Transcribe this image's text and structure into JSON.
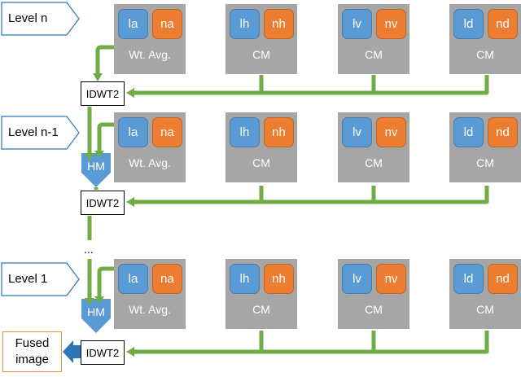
{
  "colors": {
    "panel_gray": "#a6a6a6",
    "approx_blue": "#5b9bd5",
    "detail_orange": "#ed7d31",
    "arrow_green": "#70ad47",
    "fused_border": "#f08a3c"
  },
  "levels": [
    {
      "label": "Level n",
      "panels": [
        {
          "left": "la",
          "right": "na",
          "caption": "Wt. Avg."
        },
        {
          "left": "lh",
          "right": "nh",
          "caption": "CM"
        },
        {
          "left": "lv",
          "right": "nv",
          "caption": "CM"
        },
        {
          "left": "ld",
          "right": "nd",
          "caption": "CM"
        }
      ],
      "idwt": "IDWT2"
    },
    {
      "label": "Level n-1",
      "panels": [
        {
          "left": "la",
          "right": "na",
          "caption": "Wt. Avg."
        },
        {
          "left": "lh",
          "right": "nh",
          "caption": "CM"
        },
        {
          "left": "lv",
          "right": "nv",
          "caption": "CM"
        },
        {
          "left": "ld",
          "right": "nd",
          "caption": "CM"
        }
      ],
      "hm": "HM",
      "idwt": "IDWT2"
    },
    {
      "label": "Level 1",
      "panels": [
        {
          "left": "la",
          "right": "na",
          "caption": "Wt. Avg."
        },
        {
          "left": "lh",
          "right": "nh",
          "caption": "CM"
        },
        {
          "left": "lv",
          "right": "nv",
          "caption": "CM"
        },
        {
          "left": "ld",
          "right": "nd",
          "caption": "CM"
        }
      ],
      "hm": "HM",
      "idwt": "IDWT2"
    }
  ],
  "ellipsis": "...",
  "output": {
    "line1": "Fused",
    "line2": "image"
  }
}
